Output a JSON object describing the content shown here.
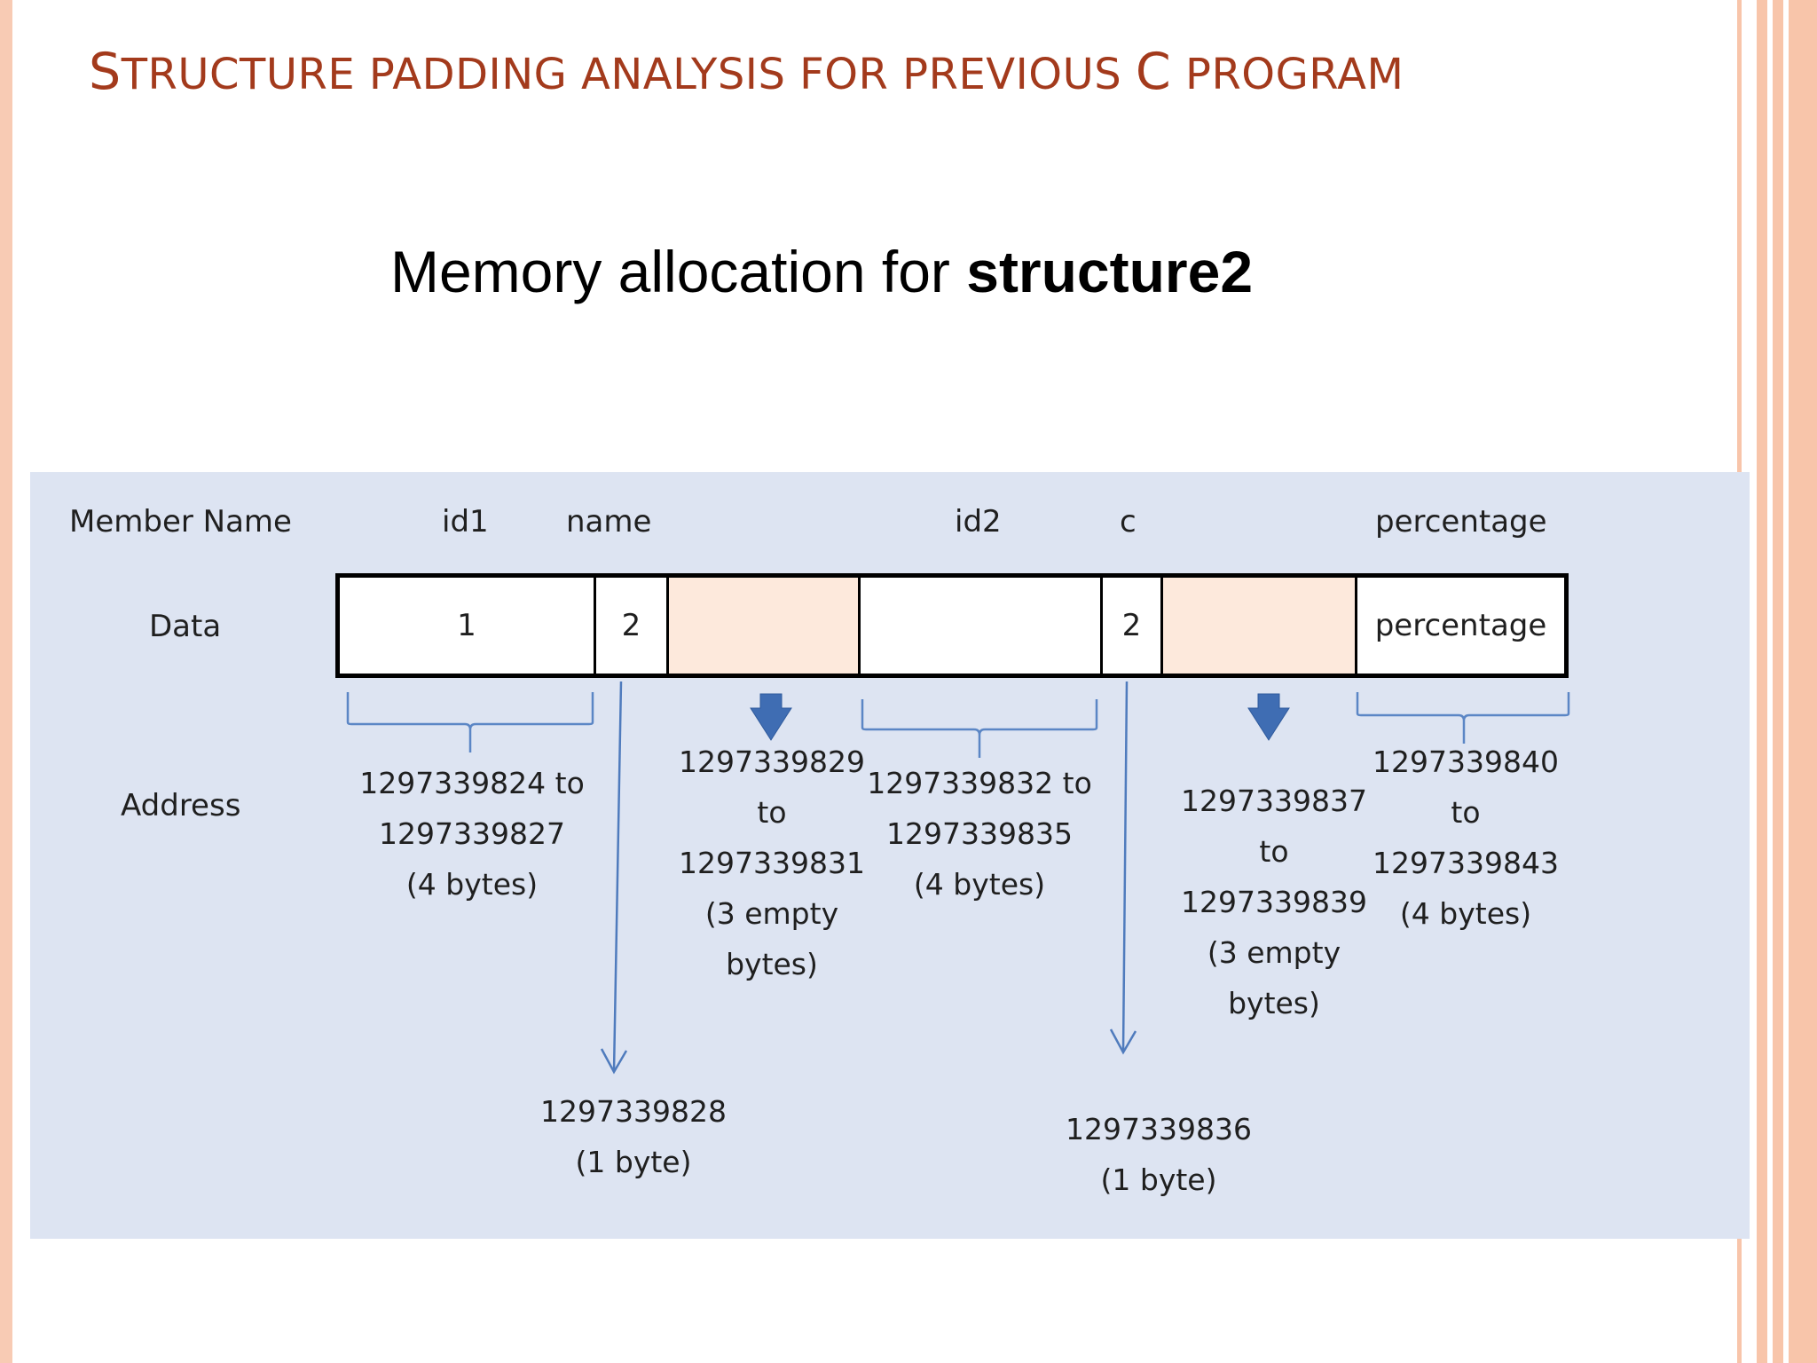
{
  "title": {
    "parts": [
      {
        "text": "S",
        "cls": "cap"
      },
      {
        "text": "TRUCTURE PADDING ANALYSIS FOR PREVIOUS ",
        "cls": "sc"
      },
      {
        "text": "C",
        "cls": "cap"
      },
      {
        "text": " PROGRAM",
        "cls": "sc"
      }
    ]
  },
  "subtitle": {
    "prefix": "Memory allocation for ",
    "bold": "structure2"
  },
  "colors": {
    "title": "#a33a1c",
    "panel": "#dde4f2",
    "padding_cell": "#fde9dc",
    "brace": "#5b86c5",
    "arrow": "#3f6db3",
    "border": "#f8c5aa"
  },
  "diagram": {
    "row_labels": {
      "member": "Member Name",
      "data": "Data",
      "address": "Address"
    },
    "members": [
      "id1",
      "name",
      "id2",
      "c",
      "percentage"
    ],
    "cells": [
      {
        "value": "1",
        "padding": false
      },
      {
        "value": "2",
        "padding": false
      },
      {
        "value": "",
        "padding": true
      },
      {
        "value": "",
        "padding": false
      },
      {
        "value": "2",
        "padding": false
      },
      {
        "value": "",
        "padding": true
      },
      {
        "value": "percentage",
        "padding": false
      }
    ],
    "addresses": {
      "id1": [
        "1297339824 to",
        "1297339827",
        "(4 bytes)"
      ],
      "pad1": [
        "1297339829",
        "to",
        "1297339831",
        "(3 empty",
        "bytes)"
      ],
      "id2": [
        "1297339832 to",
        "1297339835",
        "(4 bytes)"
      ],
      "pad2": [
        "1297339837",
        "to",
        "1297339839",
        "(3 empty",
        "bytes)"
      ],
      "percentage": [
        "1297339840",
        "to",
        "1297339843",
        "(4 bytes)"
      ],
      "name": [
        "1297339828",
        "(1 byte)"
      ],
      "c": [
        "1297339836",
        "(1 byte)"
      ]
    },
    "icons": {
      "pad1_arrow": "block-arrow-down-icon",
      "pad2_arrow": "block-arrow-down-icon"
    }
  }
}
